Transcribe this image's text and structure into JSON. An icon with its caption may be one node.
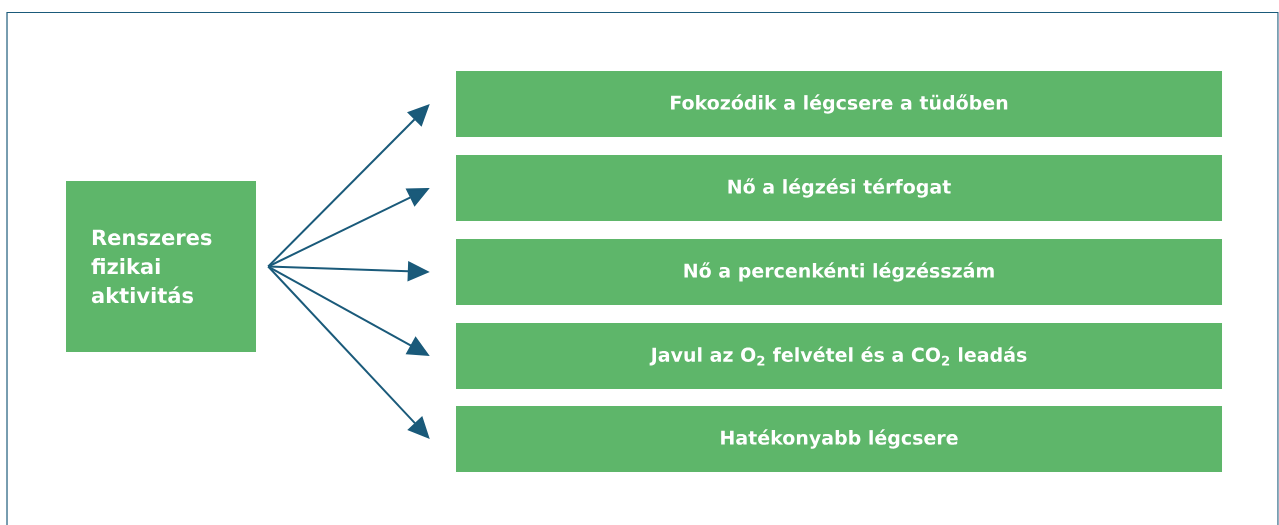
{
  "diagram": {
    "nodes": [
      {
        "text": [
          "Renszeres fizikai aktivitás"
        ]
      },
      {
        "text": [
          "Fokozódik a légcsere a tüdőben"
        ]
      },
      {
        "text": [
          "Nő a légzési térfogat"
        ]
      },
      {
        "text": [
          "Nő a percenkénti légzésszám"
        ]
      },
      {
        "text": [
          "Javul az O$_{2}$ felvétel és a CO$_{2}$ leadás"
        ]
      },
      {
        "text": [
          "Hatékonyabb légcsere"
        ]
      }
    ],
    "edges": [
      {
        "from": 0,
        "to": 1,
        "arrow": "to"
      },
      {
        "from": 0,
        "to": 2,
        "arrow": "to"
      },
      {
        "from": 0,
        "to": 3,
        "arrow": "to"
      },
      {
        "from": 0,
        "to": 4,
        "arrow": "to"
      },
      {
        "from": 0,
        "to": 5,
        "arrow": "to"
      }
    ]
  }
}
